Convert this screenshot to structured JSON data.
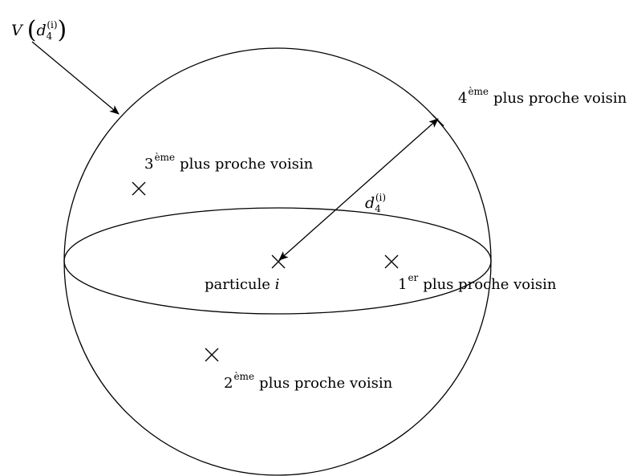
{
  "volume_label": {
    "v": "V",
    "d": "d",
    "sub": "4",
    "sup": "(i)"
  },
  "distance_label": {
    "d": "d",
    "sub": "4",
    "sup": "(i)"
  },
  "labels": {
    "fourth": {
      "num": "4",
      "sup": "ème",
      "text": "plus proche voisin"
    },
    "third": {
      "num": "3",
      "sup": "ème",
      "text": "plus proche voisin"
    },
    "first": {
      "num": "1",
      "sup": "er",
      "text": "plus proche voisin"
    },
    "second": {
      "num": "2",
      "sup": "ème",
      "text": "plus proche voisin"
    },
    "particle": {
      "text": "particule",
      "var": "i"
    }
  },
  "colors": {
    "stroke": "#000000",
    "background": "#ffffff"
  }
}
